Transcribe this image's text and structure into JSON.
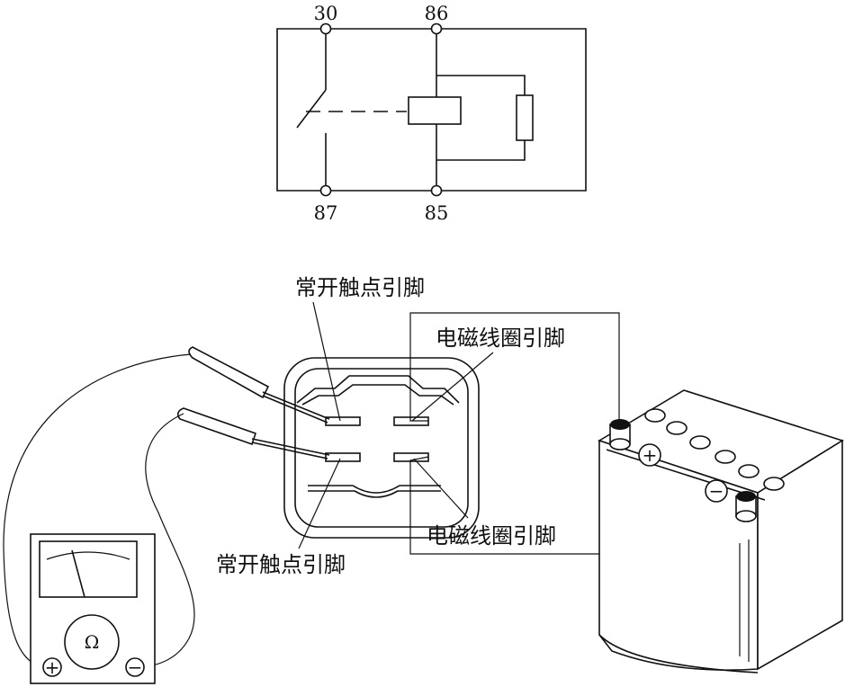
{
  "schematic": {
    "pins": {
      "p30": "30",
      "p86": "86",
      "p87": "87",
      "p85": "85"
    }
  },
  "labels": {
    "no_contact_top": "常开触点引脚",
    "no_contact_bottom": "常开触点引脚",
    "coil_top": "电磁线圈引脚",
    "coil_bottom": "电磁线圈引脚"
  },
  "multimeter": {
    "ohm_symbol": "Ω",
    "plus_symbol": "+",
    "minus_symbol": "−"
  },
  "battery": {
    "plus_symbol": "+",
    "minus_symbol": "−"
  }
}
